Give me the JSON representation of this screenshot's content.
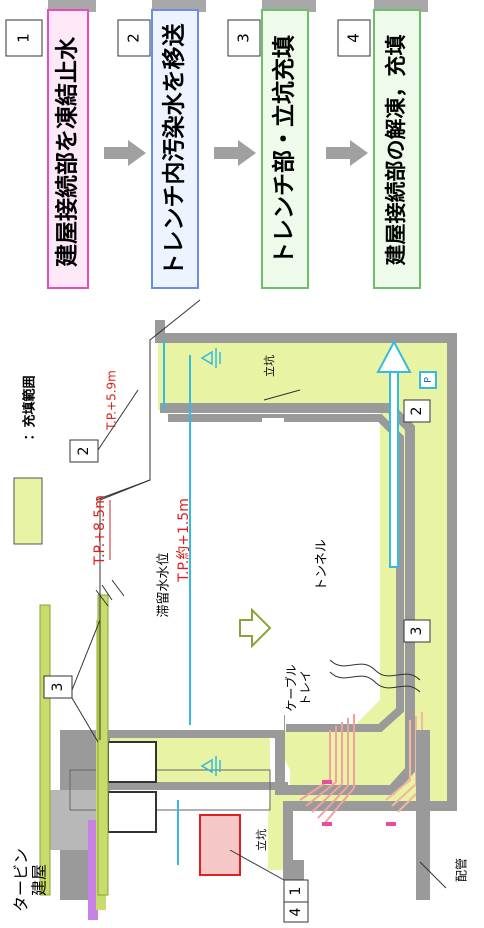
{
  "legend": {
    "label": "：充填範囲"
  },
  "steps": [
    {
      "num": "1",
      "text": "建屋接続部を凍結止水"
    },
    {
      "num": "2",
      "text": "トレンチ内汚染水を移送"
    },
    {
      "num": "3",
      "text": "トレンチ部・立坑充填"
    },
    {
      "num": "4",
      "text": "建屋接続部の解凍，充填"
    }
  ],
  "labels": {
    "tp59": "T.P.+5.9m",
    "tp85": "T.P.+8.5m",
    "stagnant_line1": "滞留水水位",
    "stagnant_line2": "T.P.約+1.5m",
    "tunnel": "トンネル",
    "cable_tray_1": "ケーブル",
    "cable_tray_2": "トレイ",
    "shaft_right": "立坑",
    "shaft_left": "立坑",
    "piping": "配管",
    "building_line1": "タービン",
    "building_line2": "建屋",
    "pump": "P",
    "marker_2a": "2",
    "marker_2b": "2",
    "marker_3a": "3",
    "marker_3b": "3",
    "marker_1": "1",
    "marker_4": "4"
  },
  "colors": {
    "fill": "#e9f3a4",
    "concrete": "#a8a8a8",
    "water": "#33bbe0",
    "step1": "#e64db8",
    "step2": "#6a8fe0",
    "step3": "#6cc06c",
    "step4": "#6cc06c",
    "freeze": "#e02020",
    "tp_text": "#e0201c"
  }
}
